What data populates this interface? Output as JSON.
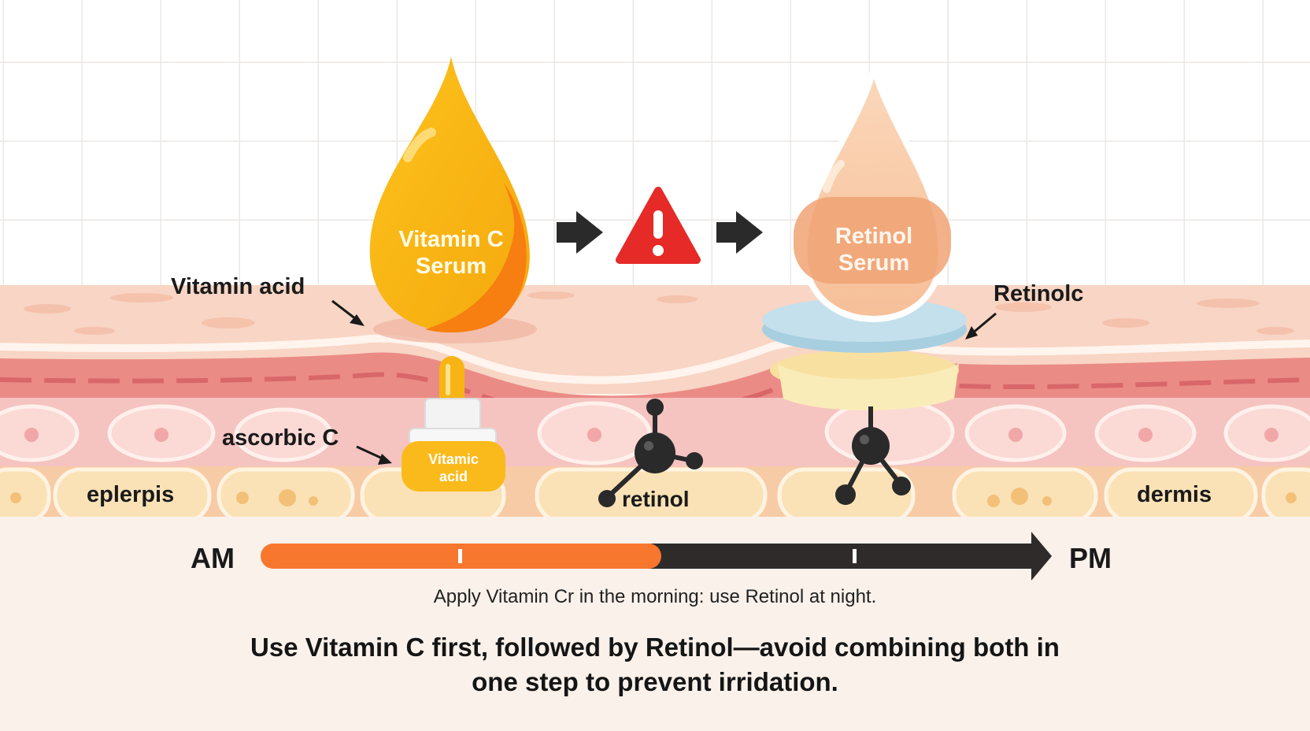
{
  "serums": {
    "vitamin_c": {
      "line1": "Vitamin C",
      "line2": "Serum",
      "color": "#f7b515",
      "accent": "#f77e10"
    },
    "retinol": {
      "line1": "Retinol",
      "line2": "Serum",
      "color": "#f7c9a4",
      "accent": "#f0a374"
    }
  },
  "labels": {
    "vitamin_acid": "Vitamin acid",
    "retinolc": "Retinolc",
    "ascorbic_c": "ascorbic C",
    "bottle_line1": "Vitamic",
    "bottle_line2": "acid",
    "retinol_molecule": "retinol",
    "epidermis": "eplerpis",
    "dermis": "dermis"
  },
  "timeline": {
    "start_label": "AM",
    "end_label": "PM",
    "am_color": "#f7772e",
    "pm_color": "#2e2b2a",
    "am_fraction": 0.52
  },
  "caption": "Apply Vitamin Cr in the morning: use Retinol at night.",
  "summary": {
    "line1": "Use Vitamin C first, followed by Retinol—avoid combining both in",
    "line2": "one step to prevent irridation."
  },
  "icons": [
    "arrow-right-icon",
    "warning-icon",
    "arrow-right-icon"
  ],
  "colors": {
    "warning": "#e52a27",
    "skin_top": "#f8d6c6",
    "skin_mid": "#f3a9a0",
    "fat": "#f9e1b4"
  }
}
